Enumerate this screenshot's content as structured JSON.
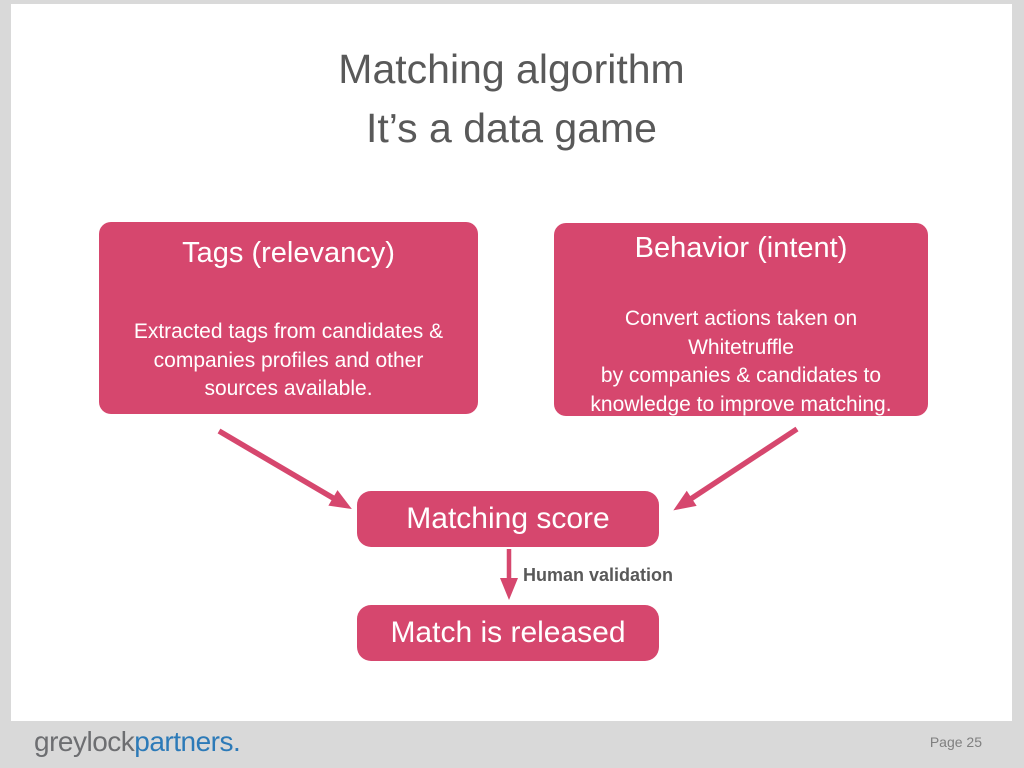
{
  "colors": {
    "pink": "#d6476e",
    "frame-gray": "#d9d9d9",
    "title-gray": "#595959",
    "logo-gray": "#6d6e71",
    "logo-blue": "#2c7ab8",
    "page-gray": "#7f7f7f"
  },
  "title": {
    "line1": "Matching algorithm",
    "line2": "It’s a data game"
  },
  "nodes": {
    "tags": {
      "title": "Tags (relevancy)",
      "body_lines": [
        "Extracted tags from candidates &",
        "companies profiles and other",
        "sources available."
      ]
    },
    "behavior": {
      "title": "Behavior (intent)",
      "body_lines": [
        "Convert actions taken on",
        "Whitetruffle",
        "by companies & candidates to",
        "knowledge to improve matching."
      ]
    },
    "score": {
      "label": "Matching score"
    },
    "released": {
      "label": "Match is released"
    }
  },
  "edges": {
    "validation_label": "Human validation"
  },
  "footer": {
    "logo_gray_part": "greylock",
    "logo_blue_part": "partners.",
    "page_label": "Page 25"
  }
}
